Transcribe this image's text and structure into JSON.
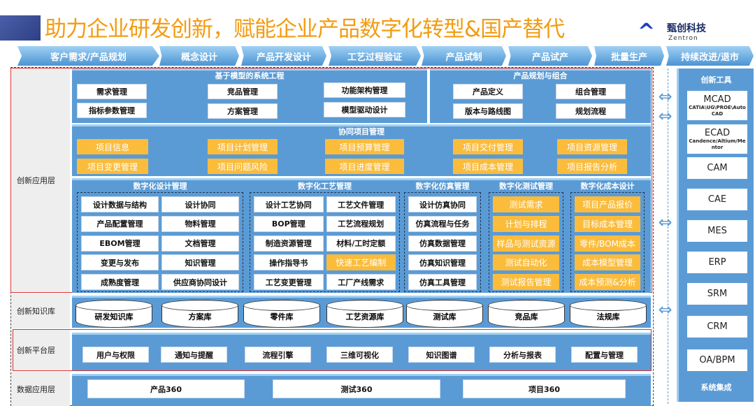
{
  "title": "助力企业研发创新，赋能企业产品数字化转型&国产替代",
  "logo": {
    "cn": "甄创科技",
    "en": "Zentron"
  },
  "phases": [
    "客户需求/产品规划",
    "概念设计",
    "产品开发设计",
    "工艺过程验证",
    "产品试制",
    "产品试产",
    "批量生产",
    "持续改进/退市"
  ],
  "layers": [
    "创新应用层",
    "创新知识库",
    "创新平台层",
    "数据应用层"
  ],
  "mbse": {
    "title": "基于模型的系统工程",
    "items": [
      "需求管理",
      "竞品管理",
      "功能架构管理",
      "指标参数管理",
      "方案管理",
      "模型驱动设计"
    ]
  },
  "planning": {
    "title": "产品规划与组合",
    "items": [
      "产品定义",
      "组合管理",
      "版本与路线图",
      "规划流程"
    ]
  },
  "project": {
    "title": "协同项目管理",
    "items": [
      "项目信息",
      "项目计划管理",
      "项目预算管理",
      "项目交付管理",
      "项目资源管理",
      "项目变更管理",
      "项目问题风险",
      "项目进度管理",
      "项目成本管理",
      "项目报告分析"
    ]
  },
  "design": {
    "title": "数字化设计管理",
    "items": [
      "设计数据与结构",
      "设计协同",
      "产品配置管理",
      "物料管理",
      "EBOM管理",
      "文档管理",
      "变更与发布",
      "知识管理",
      "成熟度管理",
      "供应商协同设计"
    ]
  },
  "process": {
    "title": "数字化工艺管理",
    "items": [
      "设计工艺协同",
      "工艺文件管理",
      "BOP管理",
      "工艺流程规划",
      "制造资源管理",
      "材料/工时定额",
      "操作指导书",
      "快速工艺编制",
      "工艺变更管理",
      "工厂产线需求"
    ]
  },
  "simulation": {
    "title": "数字化仿真管理",
    "items": [
      "设计仿真协同",
      "仿真流程与任务",
      "仿真数据管理",
      "仿真知识管理",
      "仿真工具管理"
    ]
  },
  "test": {
    "title": "数字化测试管理",
    "items": [
      "测试需求",
      "计划与排程",
      "样品与测试资源",
      "测试自动化",
      "测试报告管理"
    ]
  },
  "cost": {
    "title": "数字化成本设计",
    "items": [
      "项目产品报价",
      "目标成本管理",
      "零件/BOM成本",
      "成本模型管理",
      "成本预测&分析"
    ]
  },
  "knowledge": [
    "研发知识库",
    "方案库",
    "零件库",
    "工艺资源库",
    "测试库",
    "竞品库",
    "法规库"
  ],
  "platform": [
    "用户与权限",
    "通知与提醒",
    "流程引擎",
    "三维可视化",
    "知识图谱",
    "分析与报表",
    "配置与管理"
  ],
  "data_apps": [
    "产品360",
    "测试360",
    "项目360"
  ],
  "tools": {
    "title": "创新工具",
    "footer": "系统集成",
    "items": [
      {
        "name": "MCAD",
        "sub": "CATIA\\UG\\PROE\\AutoCAD"
      },
      {
        "name": "ECAD",
        "sub": "Candence/Altium/Mentor"
      },
      {
        "name": "CAM"
      },
      {
        "name": "CAE"
      },
      {
        "name": "MES"
      },
      {
        "name": "ERP"
      },
      {
        "name": "SRM"
      },
      {
        "name": "CRM"
      },
      {
        "name": "OA/BPM"
      }
    ]
  },
  "colors": {
    "title": "#f39c12",
    "panel": "#5b9bd5",
    "highlight": "#fbbc3b"
  }
}
